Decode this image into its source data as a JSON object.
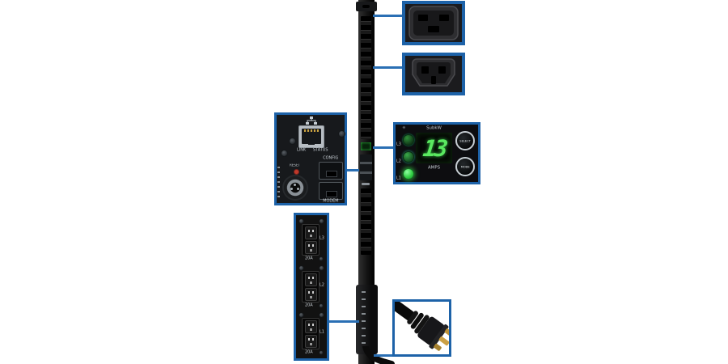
{
  "colors": {
    "callout_blue": "#1d62a8",
    "line_blue": "#2a6fb4",
    "led_green": "#3fe04f",
    "display_green": "#5ae860",
    "reset_red": "#c0392b"
  },
  "meter": {
    "display_top_label": "SubkW",
    "display_value": "13",
    "display_bottom_label": "AMPS",
    "leds": [
      {
        "label": "L3"
      },
      {
        "label": "L2"
      },
      {
        "label": "L1"
      }
    ],
    "buttons": [
      {
        "label": "SELECT"
      },
      {
        "label": "MODE"
      }
    ]
  },
  "network_module": {
    "labels": {
      "link": "LINK",
      "status": "STATUS",
      "config": "CONFIG",
      "modem": "MODEM",
      "reset": "RESET"
    }
  },
  "outlet_panel": {
    "groups": [
      {
        "phase": "L3",
        "rating": "20A"
      },
      {
        "phase": "L2",
        "rating": "20A"
      },
      {
        "phase": "L1",
        "rating": "20A"
      }
    ]
  },
  "icons": {
    "c19": "c19-outlet-icon",
    "c13": "c13-outlet-icon",
    "network": "ethernet-network-icon",
    "plug": "twist-lock-plug-icon",
    "gear": "meter-mode-icon"
  }
}
